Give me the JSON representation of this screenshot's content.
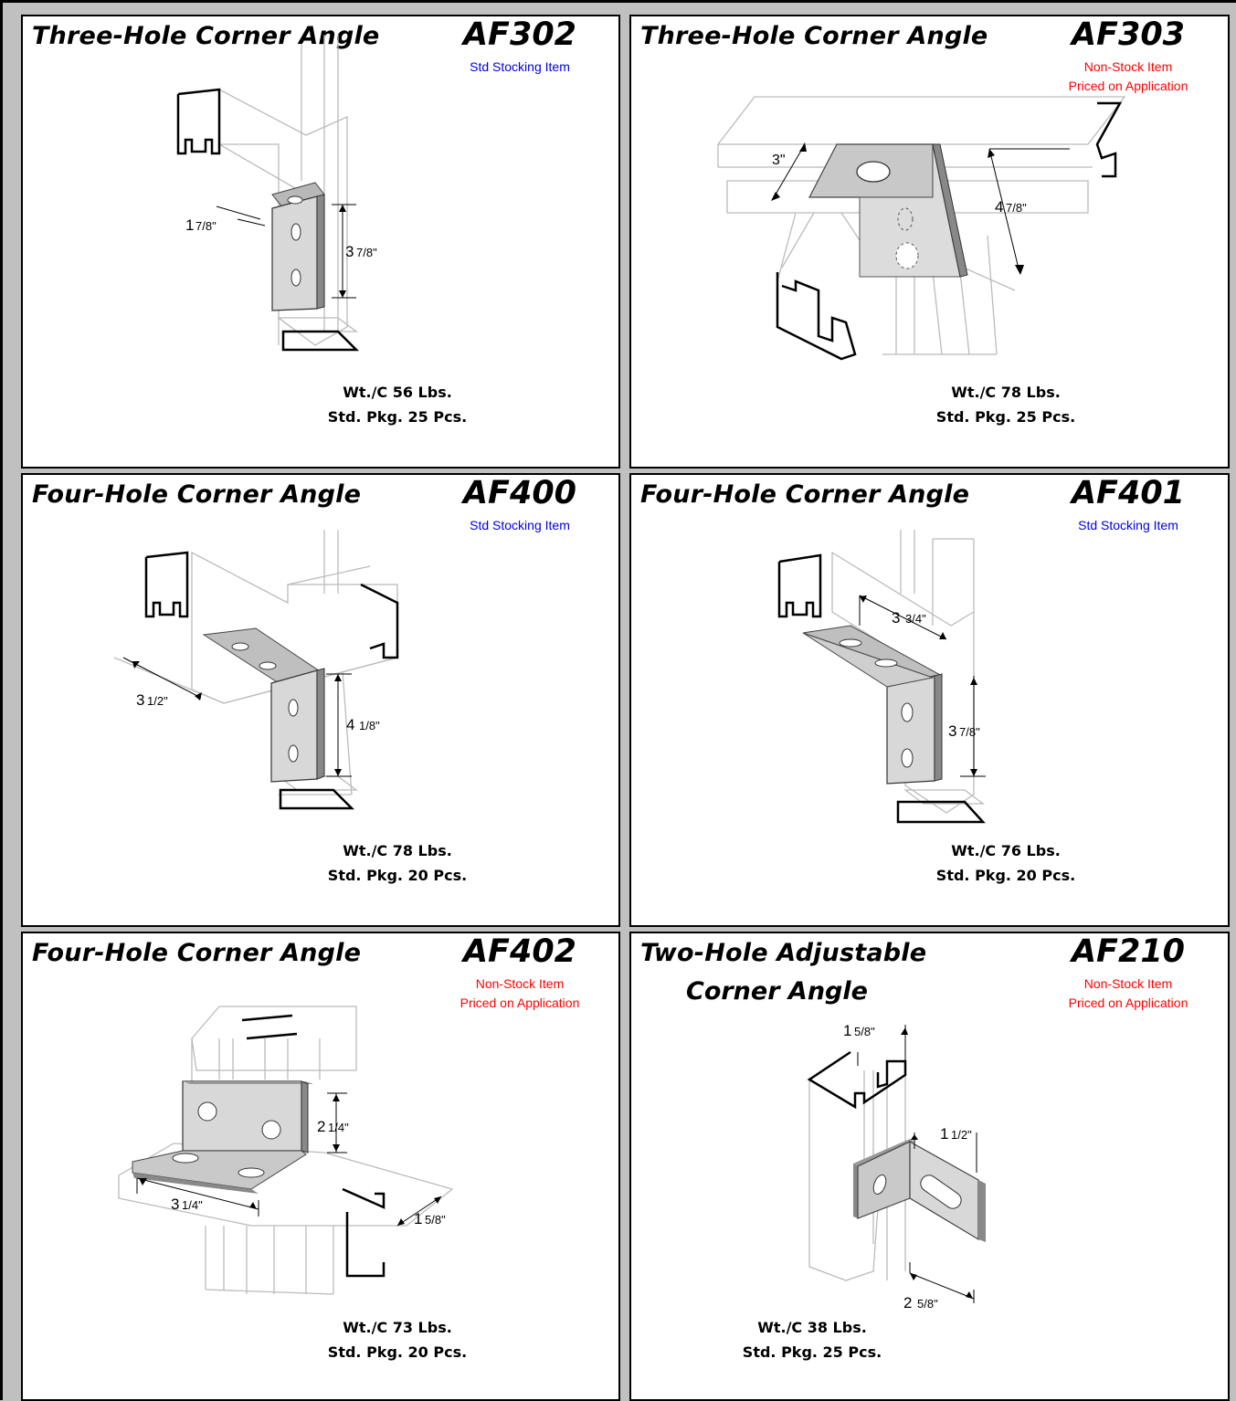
{
  "panels": [
    {
      "title": "Three-Hole Corner Angle",
      "code": "AF302",
      "status": [
        "Std Stocking Item"
      ],
      "status_color": "#0000e0",
      "weight": "Wt./C 56 Lbs.",
      "package": "Std. Pkg. 25 Pcs.",
      "dims": [
        "1",
        "7/8\"",
        "3",
        "7/8\""
      ]
    },
    {
      "title": "Three-Hole Corner Angle",
      "code": "AF303",
      "status": [
        "Non-Stock Item",
        "Priced on Application"
      ],
      "status_color": "#ff0000",
      "weight": "Wt./C 78 Lbs.",
      "package": "Std. Pkg. 25 Pcs.",
      "dims": [
        "3\"",
        "4",
        "7/8\""
      ]
    },
    {
      "title": "Four-Hole Corner Angle",
      "code": "AF400",
      "status": [
        "Std Stocking Item"
      ],
      "status_color": "#0000e0",
      "weight": "Wt./C 78 Lbs.",
      "package": "Std. Pkg. 20 Pcs.",
      "dims": [
        "3",
        "1/2\"",
        "4",
        "1/8\""
      ]
    },
    {
      "title": "Four-Hole Corner Angle",
      "code": "AF401",
      "status": [
        "Std Stocking Item"
      ],
      "status_color": "#0000e0",
      "weight": "Wt./C 76 Lbs.",
      "package": "Std. Pkg. 20 Pcs.",
      "dims": [
        "3",
        "3/4\"",
        "3",
        "7/8\""
      ]
    },
    {
      "title": "Four-Hole Corner Angle",
      "code": "AF402",
      "status": [
        "Non-Stock Item",
        "Priced on Application"
      ],
      "status_color": "#ff0000",
      "weight": "Wt./C 73 Lbs.",
      "package": "Std. Pkg. 20 Pcs.",
      "dims": [
        "2",
        "1/4\"",
        "3",
        "1/4\"",
        "1",
        "5/8\""
      ]
    },
    {
      "title": "Two-Hole Adjustable",
      "title_line2": "Corner Angle",
      "code": "AF210",
      "status": [
        "Non-Stock Item",
        "Priced on Application"
      ],
      "status_color": "#ff0000",
      "weight": "Wt./C 38 Lbs.",
      "package": "Std. Pkg. 25 Pcs.",
      "dims": [
        "1",
        "5/8\"",
        "1",
        "1/2\"",
        "2",
        "5/8\""
      ]
    }
  ]
}
